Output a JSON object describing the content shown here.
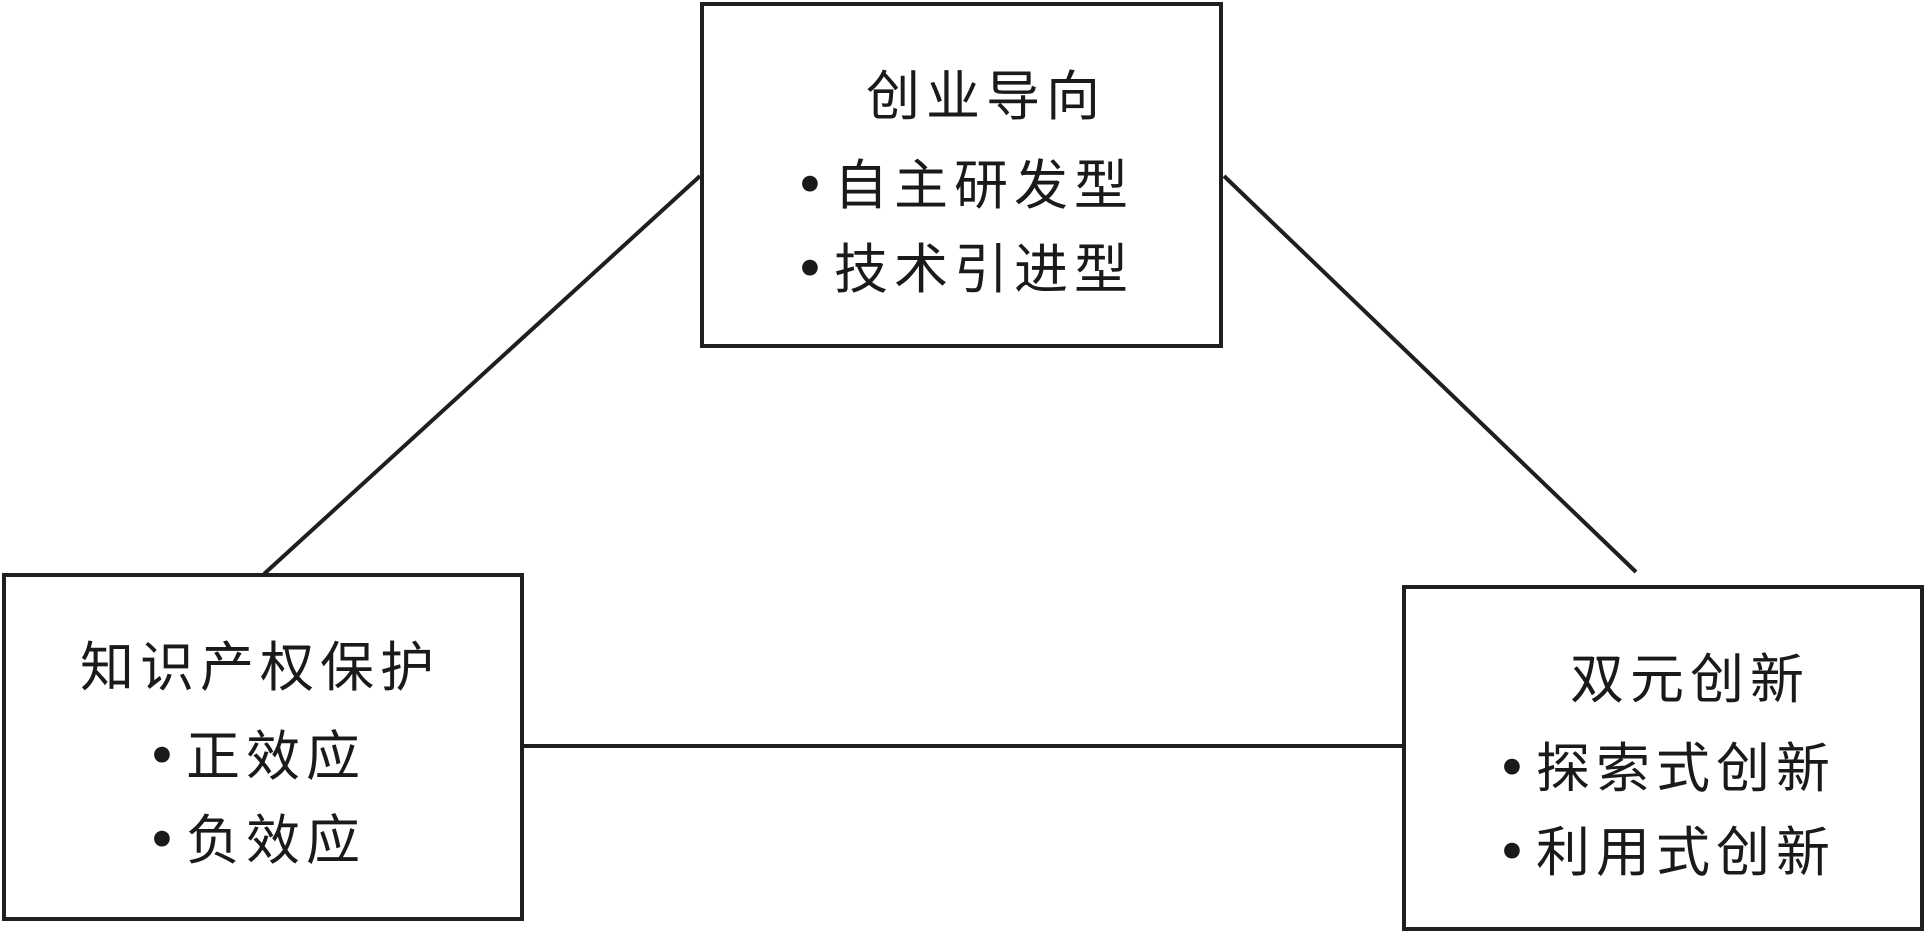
{
  "nodes": {
    "top": {
      "title": "创业导向",
      "items": [
        "自主研发型",
        "技术引进型"
      ]
    },
    "left": {
      "title": "知识产权保护",
      "items": [
        "正效应",
        "负效应"
      ]
    },
    "right": {
      "title": "双元创新",
      "items": [
        "探索式创新",
        "利用式创新"
      ]
    }
  },
  "bullet": "•",
  "edges": [
    [
      "top",
      "left"
    ],
    [
      "top",
      "right"
    ],
    [
      "left",
      "right"
    ]
  ]
}
